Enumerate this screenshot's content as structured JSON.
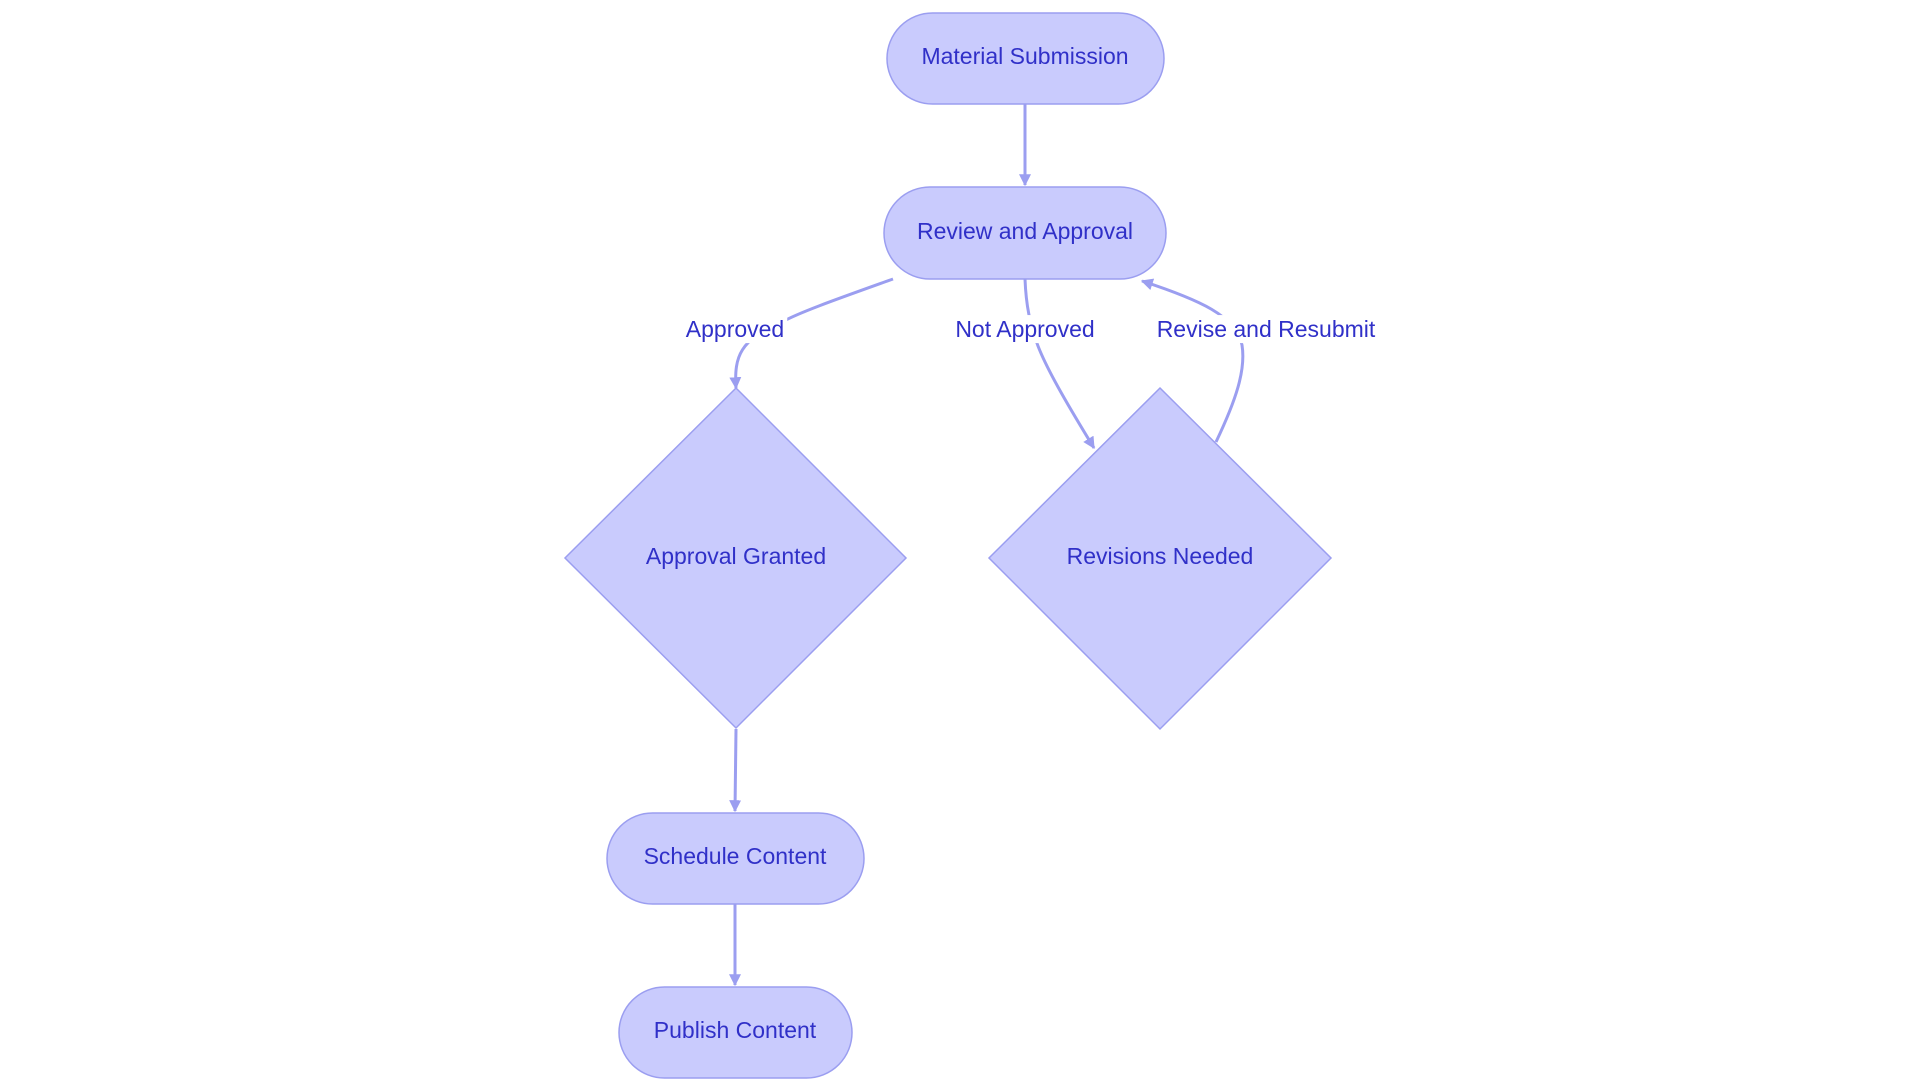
{
  "colors": {
    "node_fill": "#c9cbfd",
    "node_stroke": "#9b9ef0",
    "edge": "#9b9ef0",
    "text": "#3030c8"
  },
  "nodes": {
    "material_submission": {
      "label": "Material Submission",
      "shape": "rounded"
    },
    "review_approval": {
      "label": "Review and Approval",
      "shape": "rounded"
    },
    "approval_granted": {
      "label": "Approval Granted",
      "shape": "diamond"
    },
    "revisions_needed": {
      "label": "Revisions Needed",
      "shape": "diamond"
    },
    "schedule_content": {
      "label": "Schedule Content",
      "shape": "rounded"
    },
    "publish_content": {
      "label": "Publish Content",
      "shape": "rounded"
    }
  },
  "edges": {
    "submission_to_review": {
      "from": "Material Submission",
      "to": "Review and Approval",
      "label": ""
    },
    "review_to_granted": {
      "from": "Review and Approval",
      "to": "Approval Granted",
      "label": "Approved"
    },
    "review_to_revisions": {
      "from": "Review and Approval",
      "to": "Revisions Needed",
      "label": "Not Approved"
    },
    "revisions_to_review": {
      "from": "Revisions Needed",
      "to": "Review and Approval",
      "label": "Revise and Resubmit"
    },
    "granted_to_schedule": {
      "from": "Approval Granted",
      "to": "Schedule Content",
      "label": ""
    },
    "schedule_to_publish": {
      "from": "Schedule Content",
      "to": "Publish Content",
      "label": ""
    }
  }
}
